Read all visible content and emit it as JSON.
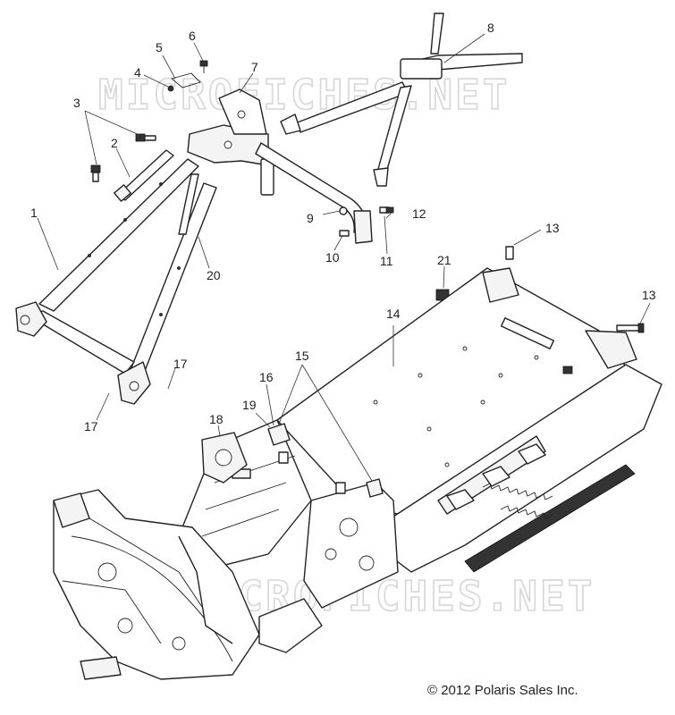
{
  "watermark": "MICROFICHES.NET",
  "copyright": "© 2012 Polaris Sales Inc.",
  "callouts": [
    {
      "id": "c1",
      "label": "1"
    },
    {
      "id": "c2",
      "label": "2"
    },
    {
      "id": "c3",
      "label": "3"
    },
    {
      "id": "c4",
      "label": "4"
    },
    {
      "id": "c5",
      "label": "5"
    },
    {
      "id": "c6",
      "label": "6"
    },
    {
      "id": "c7",
      "label": "7"
    },
    {
      "id": "c8",
      "label": "8"
    },
    {
      "id": "c9",
      "label": "9"
    },
    {
      "id": "c10",
      "label": "10"
    },
    {
      "id": "c11",
      "label": "11"
    },
    {
      "id": "c12",
      "label": "12"
    },
    {
      "id": "c13a",
      "label": "13"
    },
    {
      "id": "c13b",
      "label": "13"
    },
    {
      "id": "c14",
      "label": "14"
    },
    {
      "id": "c15",
      "label": "15"
    },
    {
      "id": "c16",
      "label": "16"
    },
    {
      "id": "c17a",
      "label": "17"
    },
    {
      "id": "c17b",
      "label": "17"
    },
    {
      "id": "c18",
      "label": "18"
    },
    {
      "id": "c19",
      "label": "19"
    },
    {
      "id": "c20",
      "label": "20"
    },
    {
      "id": "c21",
      "label": "21"
    }
  ]
}
